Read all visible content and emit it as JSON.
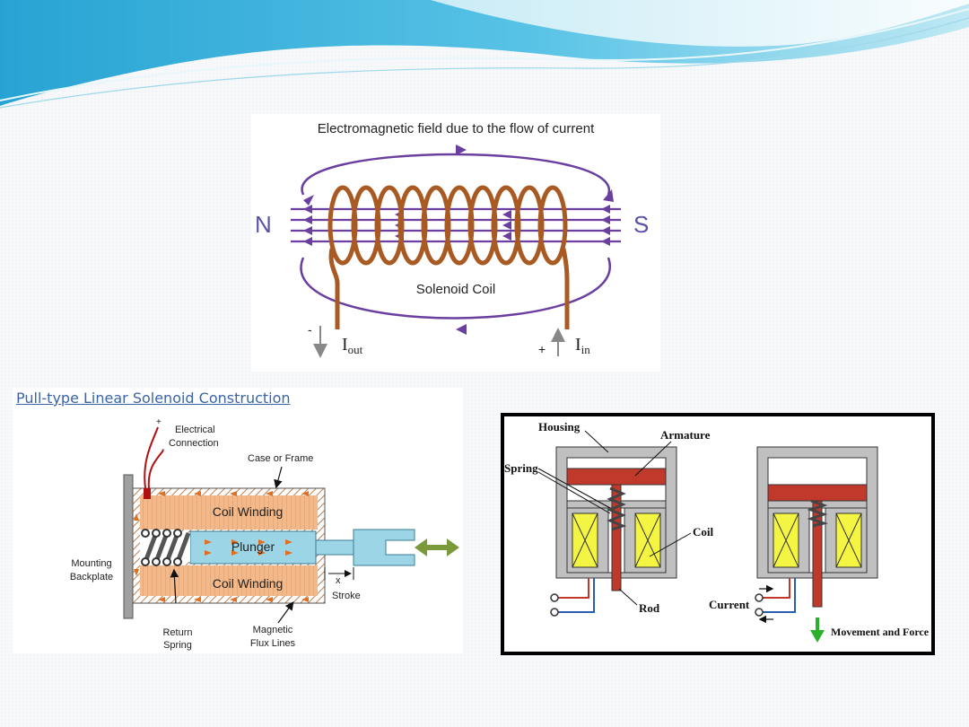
{
  "colors": {
    "wave_dark": "#2eaad6",
    "wave_light": "#a8e0f0",
    "field_line": "#6a3fa0",
    "coil": "#a85a22",
    "winding": "#f3b98a",
    "plunger": "#9bd5e6",
    "housing": "#c0c0c0",
    "armature": "#c0392b",
    "coil_yellow": "#f3f542",
    "title_link": "#3a64a8"
  },
  "solenoid_coil": {
    "title": "Electromagnetic field due to the flow of current",
    "pole_north": "N",
    "pole_south": "S",
    "coil_label": "Solenoid Coil",
    "minus": "-",
    "plus": "+",
    "current_out": "I",
    "current_out_sub": "out",
    "current_in": "I",
    "current_in_sub": "in"
  },
  "pull_type": {
    "title": "Pull-type Linear Solenoid Construction",
    "plus": "+",
    "minus": "-",
    "electrical_connection_1": "Electrical",
    "electrical_connection_2": "Connection",
    "case_frame": "Case or Frame",
    "coil_winding_top": "Coil Winding",
    "plunger": "Plunger",
    "coil_winding_bottom": "Coil Winding",
    "x": "x",
    "stroke": "Stroke",
    "mounting_1": "Mounting",
    "mounting_2": "Backplate",
    "return_1": "Return",
    "return_2": "Spring",
    "flux_1": "Magnetic",
    "flux_2": "Flux Lines"
  },
  "push_type": {
    "housing": "Housing",
    "armature": "Armature",
    "spring": "Spring",
    "coil": "Coil",
    "rod": "Rod",
    "current": "Current",
    "movement": "Movement and Force"
  }
}
